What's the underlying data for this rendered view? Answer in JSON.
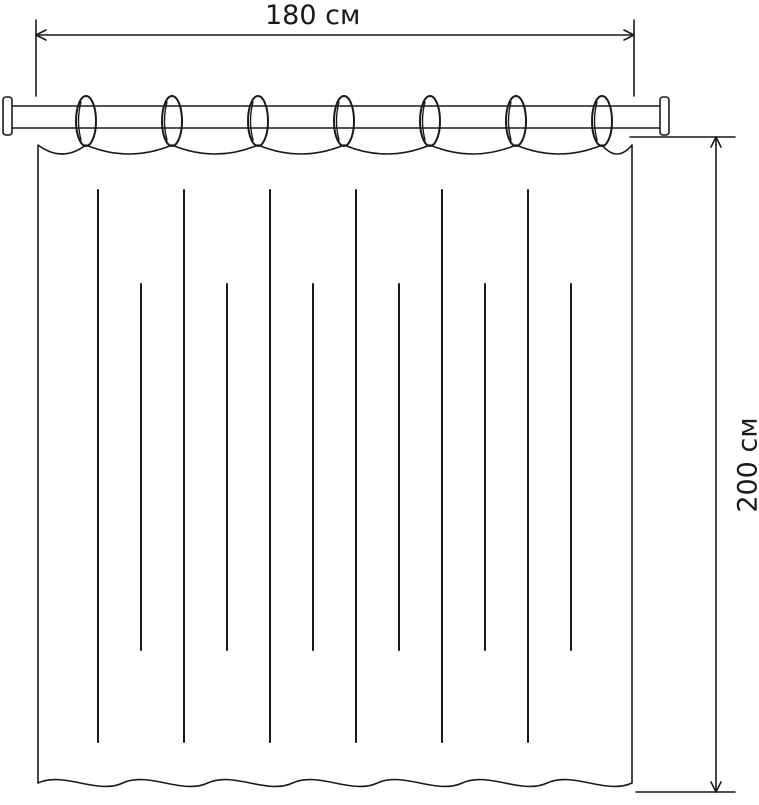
{
  "dimensions": {
    "width_label": "180 см",
    "height_label": "200 см"
  },
  "curtain": {
    "ring_count": 7,
    "long_stripe_count": 6,
    "short_stripe_count": 6
  },
  "colors": {
    "line": "#1a1a1a",
    "background": "#ffffff"
  }
}
